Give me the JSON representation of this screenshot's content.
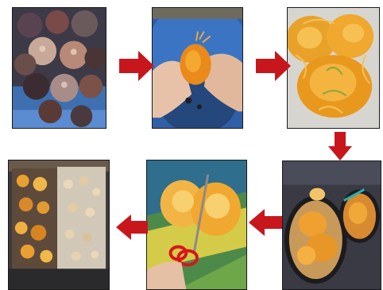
{
  "diagram": {
    "steps": [
      {
        "id": "step-1",
        "subject": "whole-palm-fruits-in-basin"
      },
      {
        "id": "step-2",
        "subject": "hands-peeling-fruit-over-bucket"
      },
      {
        "id": "step-3",
        "subject": "peeled-fibrous-orange-pulp"
      },
      {
        "id": "step-4",
        "subject": "pulp-in-bowls-of-liquid"
      },
      {
        "id": "step-5",
        "subject": "scissors-cutting-pulp-fibres"
      },
      {
        "id": "step-6",
        "subject": "slices-drying-on-trays"
      }
    ],
    "flow": [
      "step-1",
      "step-2",
      "step-3",
      "step-4",
      "step-5",
      "step-6"
    ],
    "arrow_color": "#c8161d",
    "border_color": "#1a1a1a"
  }
}
